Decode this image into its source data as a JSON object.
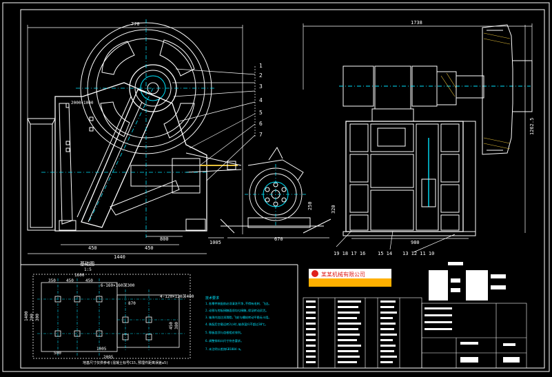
{
  "drawing": {
    "background": "#000000",
    "frame_color": "#ffffff",
    "line_color": "#ffffff",
    "centerline_color": "#00e5ff",
    "accent_color": "#e8c23a",
    "logo_color": "#e0201c"
  },
  "front_view": {
    "top_dim": "770",
    "badge": "2000×1000",
    "dims": {
      "d450_left": "450",
      "d450_right": "450",
      "d800": "800",
      "d1440": "1440",
      "d1005": "1005",
      "d670": "670",
      "d250": "250",
      "d320": "320"
    },
    "callouts": [
      "1",
      "2",
      "3",
      "4",
      "5",
      "6",
      "7"
    ]
  },
  "side_view": {
    "top_dim": "1738",
    "right_dim": "1262.5",
    "bottom_dim": "980",
    "callouts_bottom_left": "19 18 17 16",
    "callouts_bottom_mid": "15 14",
    "callouts_bottom_right": "13 12 11 10"
  },
  "foundation": {
    "title": "基础图",
    "sub": "1:5",
    "dims_top": [
      "350",
      "450",
      "450",
      "1600"
    ],
    "dims_left": [
      "1400",
      "200",
      "300"
    ],
    "hole_note_a": "6-160×160深300",
    "hole_note_b": "4-120×120深400",
    "dim_870": "870",
    "dim_500": "500",
    "dim_1005": "1005",
    "dim_2095": "2095",
    "dims_right": [
      "450",
      "380"
    ],
    "caption": "地基尺寸仅供参考(混凝土标号C15,预埋件距离误差±5)"
  },
  "tech_notes": {
    "heading": "技术要求",
    "lines": [
      "1.各零件装配前必须清洗干净,不得有毛刺、飞边。",
      "2.动颚与肘板接触面须均匀接触,保证转动灵活。",
      "3.轴承内加注润滑脂,飞轮与槽轮转动平稳无卡阻。",
      "4.装配后空载运转2小时,轴承温升不超过30℃。",
      "5.颚板齿顶与齿根相对排列。",
      "6.调整排料口尺寸符合要求。",
      "7.未注明公差按GB1804-m。"
    ]
  },
  "company_banner": "某某机械有限公司"
}
